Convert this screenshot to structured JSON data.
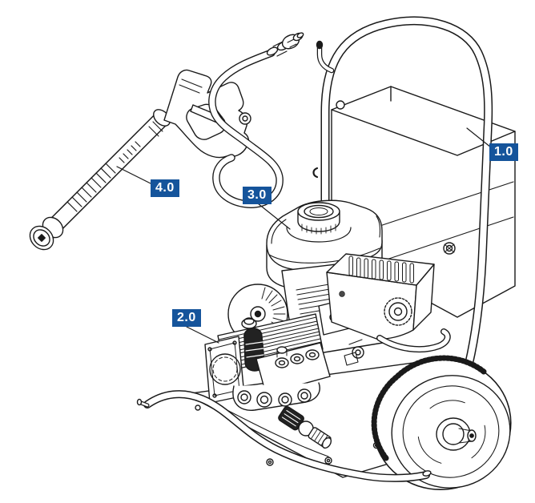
{
  "page": {
    "background_color": "#ffffff"
  },
  "diagram": {
    "type": "exploded-parts-diagram",
    "subject": "pressure-washer",
    "line_color": "#1a1a1a",
    "accent_color": "#15549b",
    "label_text_color": "#ffffff",
    "callouts": [
      {
        "id": "callout-1",
        "label": "1.0",
        "target": "cart-handle-frame"
      },
      {
        "id": "callout-2",
        "label": "2.0",
        "target": "pump-assembly"
      },
      {
        "id": "callout-3",
        "label": "3.0",
        "target": "engine-fuel-tank"
      },
      {
        "id": "callout-4",
        "label": "4.0",
        "target": "spray-gun-lance"
      }
    ]
  }
}
